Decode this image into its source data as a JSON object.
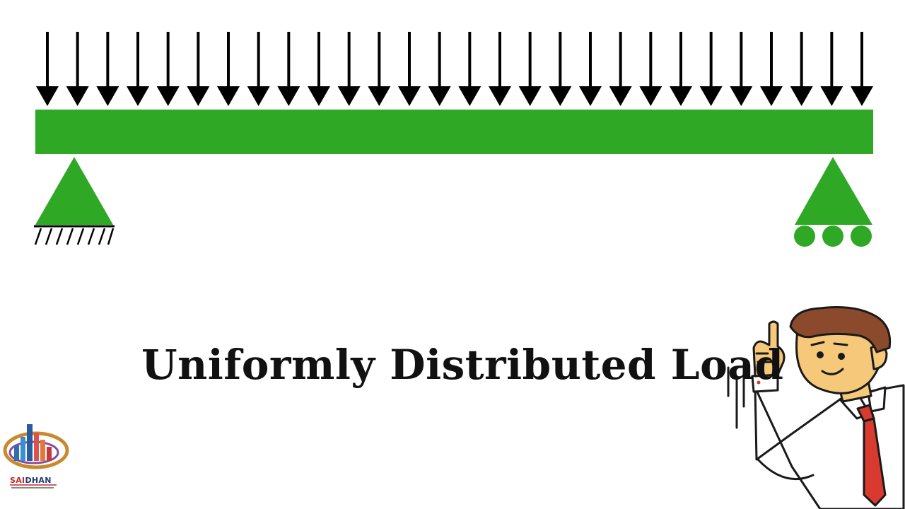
{
  "title": "Uniformly Distributed Load",
  "colors": {
    "beam": "#2fa826",
    "support": "#2fa826",
    "arrow": "#000000",
    "text": "#111111"
  },
  "load": {
    "arrow_count": 28
  },
  "logo": {
    "name_part1": "SAI",
    "name_part2": "DHAN"
  },
  "icons": [
    "pin-support-icon",
    "roller-support-icon",
    "pointing-man-illustration",
    "company-logo-icon"
  ]
}
